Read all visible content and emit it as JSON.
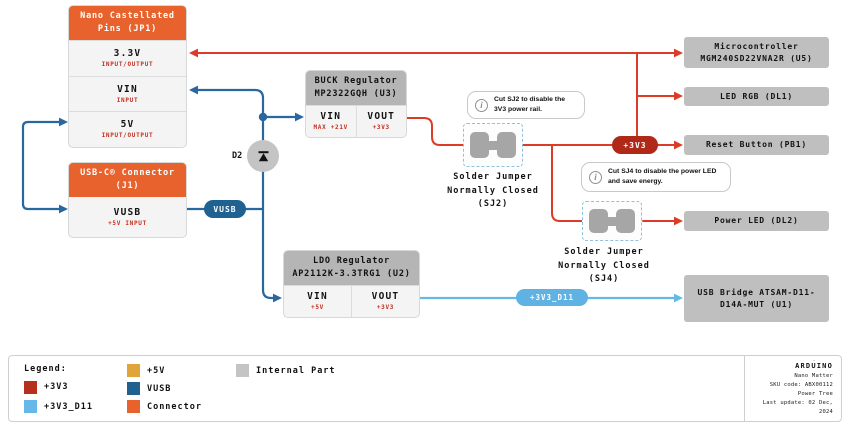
{
  "palette": {
    "connector_orange": "#E8622D",
    "internal_gray": "#BFBFBF",
    "rail_3v3": "#DC3B26",
    "pill_3v3": "#B02818",
    "rail_vusb": "#2867A0",
    "pill_vusb": "#1F6190",
    "rail_3v3_d11": "#64B9E8",
    "rail_5v": "#E0A43B",
    "sub_text_red": "#C5301F"
  },
  "nodes": {
    "jp1": {
      "title": "Nano Castellated Pins (JP1)",
      "rows": [
        {
          "label": "3.3V",
          "sub": "INPUT/OUTPUT"
        },
        {
          "label": "VIN",
          "sub": "INPUT"
        },
        {
          "label": "5V",
          "sub": "INPUT/OUTPUT"
        }
      ]
    },
    "j1": {
      "title": "USB-C® Connector (J1)",
      "rows": [
        {
          "label": "VUSB",
          "sub": "+5V INPUT"
        }
      ]
    },
    "u3": {
      "title": "BUCK Regulator MP2322GQH (U3)",
      "pins": [
        {
          "label": "VIN",
          "sub": "MAX +21V"
        },
        {
          "label": "VOUT",
          "sub": "+3V3"
        }
      ]
    },
    "u2": {
      "title": "LDO Regulator AP2112K-3.3TRG1 (U2)",
      "pins": [
        {
          "label": "VIN",
          "sub": "+5V"
        },
        {
          "label": "VOUT",
          "sub": "+3V3"
        }
      ]
    },
    "d2": {
      "label": "D2"
    },
    "u5": {
      "title": "Microcontroller MGM240SD22VNA2R (U5)"
    },
    "dl1": {
      "title": "LED RGB (DL1)"
    },
    "pb1": {
      "title": "Reset Button (PB1)"
    },
    "dl2": {
      "title": "Power LED (DL2)"
    },
    "u1": {
      "title": "USB Bridge ATSAM-D11-D14A-MUT (U1)"
    }
  },
  "jumpers": {
    "sj2": {
      "label": "Solder Jumper Normally Closed (SJ2)",
      "note": "Cut SJ2 to disable the 3V3 power rail.",
      "info_icon": "i"
    },
    "sj4": {
      "label": "Solder Jumper Normally Closed (SJ4)",
      "note": "Cut SJ4 to disable the power LED and save energy.",
      "info_icon": "i"
    }
  },
  "pills": {
    "vusb": "VUSB",
    "p3v3": "+3V3",
    "p3v3_d11": "+3V3_D11"
  },
  "legend": {
    "title": "Legend:",
    "items": [
      {
        "label": "+3V3",
        "color": "#B5311D"
      },
      {
        "label": "+3V3_D11",
        "color": "#66B8E8"
      },
      {
        "label": "+5V",
        "color": "#E0A43B"
      },
      {
        "label": "VUSB",
        "color": "#20618F"
      },
      {
        "label": "Connector",
        "color": "#E8622D"
      },
      {
        "label": "Internal Part",
        "color": "#C4C4C4"
      }
    ]
  },
  "branding": {
    "brand": "ARDUINO",
    "product": "Nano Matter",
    "sku": "SKU code: ABX00112",
    "doc": "Power Tree",
    "updated": "Last update: 02 Dec, 2024"
  }
}
